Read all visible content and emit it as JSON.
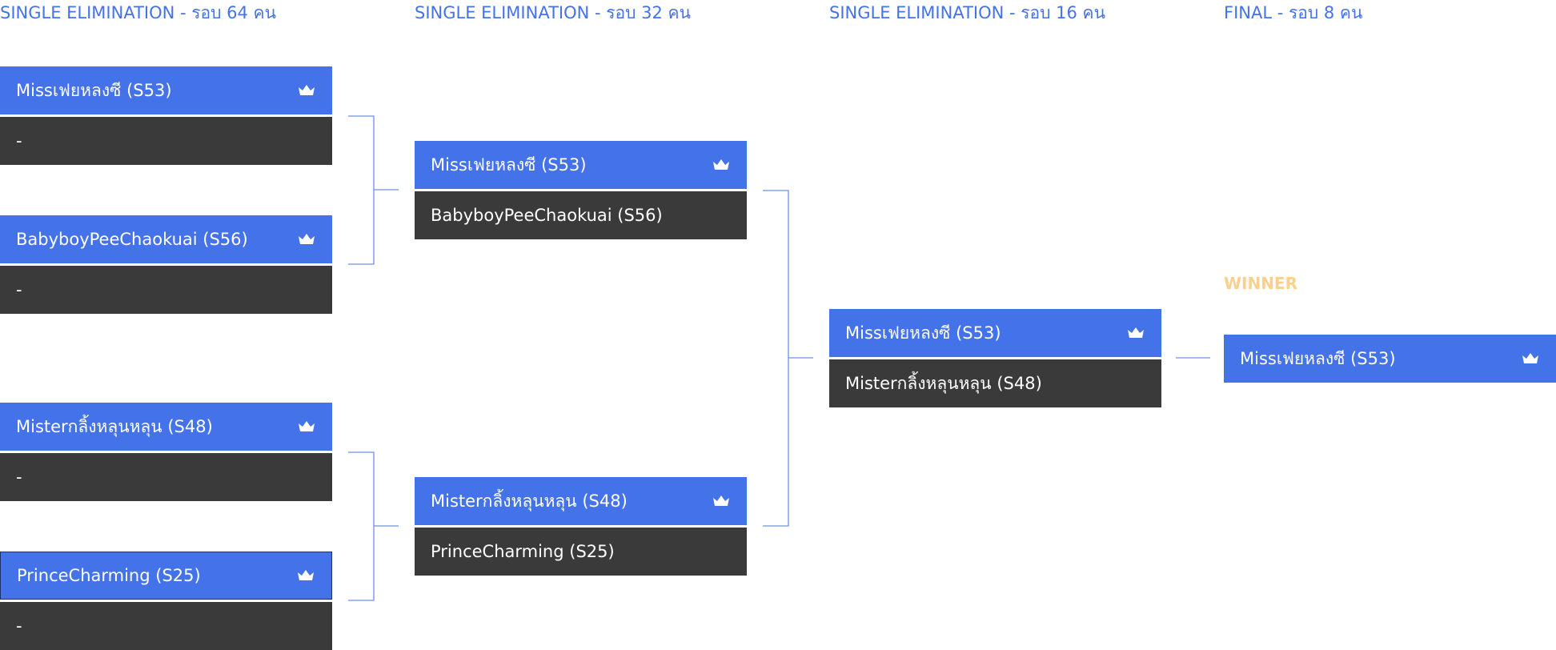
{
  "rounds": [
    {
      "title": "SINGLE ELIMINATION - รอบ 64 คน"
    },
    {
      "title": "SINGLE ELIMINATION - รอบ 32 คน"
    },
    {
      "title": "SINGLE ELIMINATION - รอบ 16 คน"
    },
    {
      "title": "FINAL - รอบ 8 คน"
    }
  ],
  "round1": {
    "match1": {
      "top": "Missเฟยหลงซี (S53)",
      "bottom": "-"
    },
    "match2": {
      "top": "BabyboyPeeChaokuai (S56)",
      "bottom": "-"
    },
    "match3": {
      "top": "Misterกลิ้งหลุนหลุน (S48)",
      "bottom": "-"
    },
    "match4": {
      "top": "PrinceCharming (S25)",
      "bottom": "-"
    }
  },
  "round2": {
    "match1": {
      "top": "Missเฟยหลงซี (S53)",
      "bottom": "BabyboyPeeChaokuai (S56)"
    },
    "match2": {
      "top": "Misterกลิ้งหลุนหลุน (S48)",
      "bottom": "PrinceCharming (S25)"
    }
  },
  "round3": {
    "match1": {
      "top": "Missเฟยหลงซี (S53)",
      "bottom": "Misterกลิ้งหลุนหลุน (S48)"
    }
  },
  "final": {
    "winner_label": "WINNER",
    "winner": "Missเฟยหลงซี (S53)"
  },
  "colors": {
    "winner_slot": "#4472e8",
    "loser_slot": "#3a3a3a",
    "connector": "#6d8fe8",
    "title": "#4472e8",
    "winner_label": "#fad08e"
  },
  "icons": {
    "winner_marker": "crown-icon"
  }
}
